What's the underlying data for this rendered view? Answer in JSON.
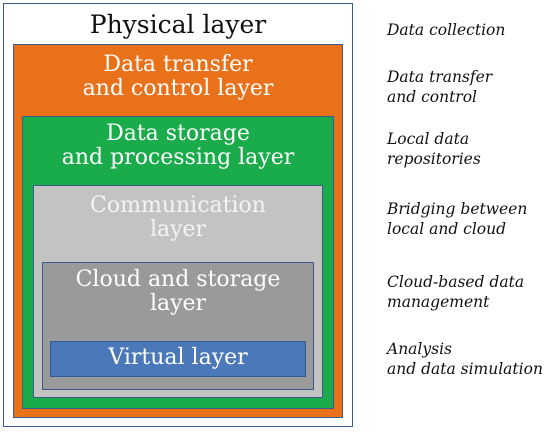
{
  "layers": [
    {
      "id": "physical",
      "title": "Physical layer",
      "fill": "#ffffff"
    },
    {
      "id": "transfer",
      "title": "Data transfer\nand control layer",
      "fill": "#e8711a"
    },
    {
      "id": "storage",
      "title": "Data storage\nand processing layer",
      "fill": "#1aab4a"
    },
    {
      "id": "communication",
      "title": "Communication\nlayer",
      "fill": "#c3c3c3"
    },
    {
      "id": "cloud",
      "title": "Cloud and storage\nlayer",
      "fill": "#9a9a9a"
    },
    {
      "id": "virtual",
      "title": "Virtual layer",
      "fill": "#4a78b8"
    }
  ],
  "descriptions": [
    "Data collection",
    "Data transfer\nand control",
    "Local data\nrepositories",
    "Bridging between\nlocal and cloud",
    "Cloud-based data\nmanagement",
    "Analysis\nand data simulation"
  ],
  "border_color": "#3b5b8c"
}
